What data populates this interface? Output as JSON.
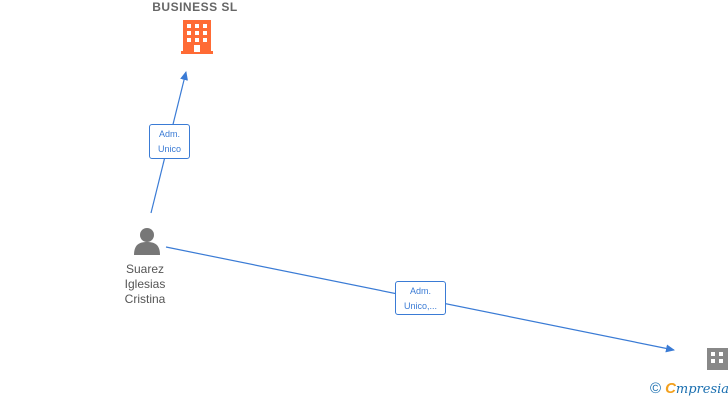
{
  "company": {
    "name": "BUSINESS  SL",
    "icon": "building-icon",
    "color": "#ff6b35"
  },
  "person": {
    "name_lines": [
      "Suarez",
      "Iglesias",
      "Cristina"
    ],
    "icon": "person-icon",
    "color": "#777777"
  },
  "company_partial": {
    "icon": "building-icon",
    "color": "#888888"
  },
  "edges": [
    {
      "from": "person",
      "to": "company",
      "label_lines": [
        "Adm.",
        "Unico"
      ]
    },
    {
      "from": "person",
      "to": "company_partial",
      "label_lines": [
        "Adm.",
        "Unico,..."
      ]
    }
  ],
  "edge_color": "#3a7bd5",
  "watermark": {
    "copyright": "©",
    "brand_initial": "C",
    "brand_rest": "mpresia"
  }
}
